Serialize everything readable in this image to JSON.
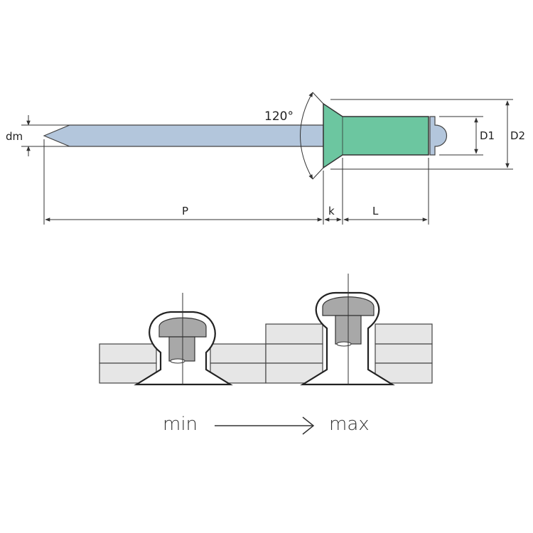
{
  "labels": {
    "dm": "dm",
    "angle": "120°",
    "d1": "D1",
    "d2": "D2",
    "p": "P",
    "k": "k",
    "l": "L"
  },
  "captions": {
    "min": "min",
    "max": "max"
  },
  "colors": {
    "mandrel": "#b3c6dc",
    "body": "#6cc6a0",
    "sheet": "#e6e6e6",
    "set_head": "#a8a8a8"
  }
}
